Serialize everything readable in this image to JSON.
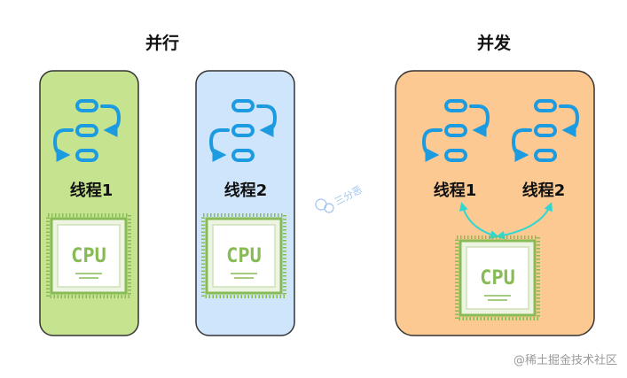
{
  "colors": {
    "panel_green": "#c6e48f",
    "panel_blue": "#cfe5fb",
    "panel_orange": "#fcc992",
    "thread_icon": "#1d9be0",
    "cpu_accent": "#88bb55",
    "switch_arrow": "#2ed8d0"
  },
  "parallel": {
    "title": "并行",
    "panel_1": {
      "thread_label": "线程1",
      "cpu_label": "CPU"
    },
    "panel_2": {
      "thread_label": "线程2",
      "cpu_label": "CPU"
    }
  },
  "concurrent": {
    "title": "并发",
    "thread_1_label": "线程1",
    "thread_2_label": "线程2",
    "cpu_label": "CPU"
  },
  "watermarks": {
    "center": "三分恶",
    "corner": "@稀土掘金技术社区"
  }
}
